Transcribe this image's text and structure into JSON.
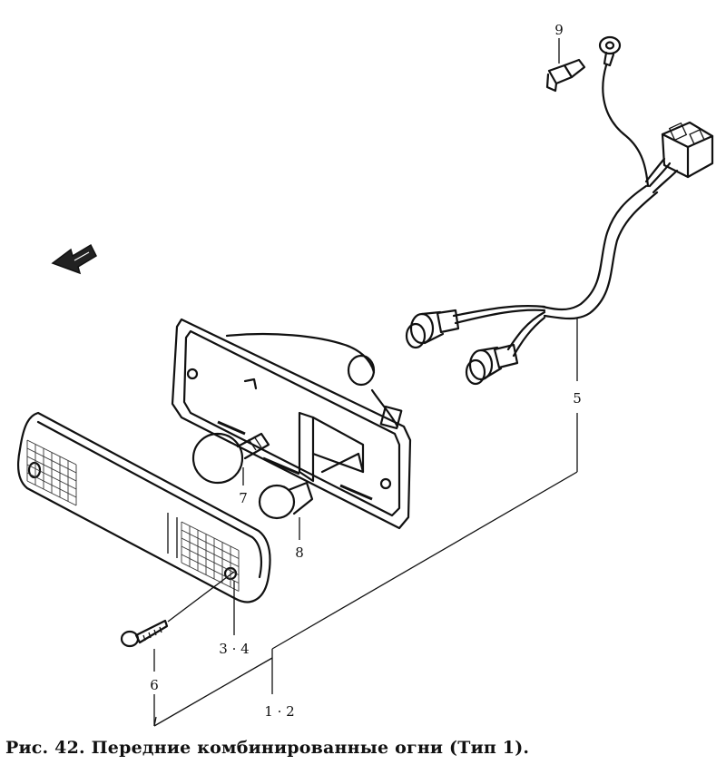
{
  "figure": {
    "caption": "Рис. 42. Передние комбинированные огни (Тип 1)."
  },
  "callouts": {
    "bulb_large": "7",
    "bulb_small": "8",
    "screw_nut": "9",
    "harness": "5",
    "lens_ref": "3 · 4",
    "screw": "6",
    "assembly": "1 · 2"
  }
}
